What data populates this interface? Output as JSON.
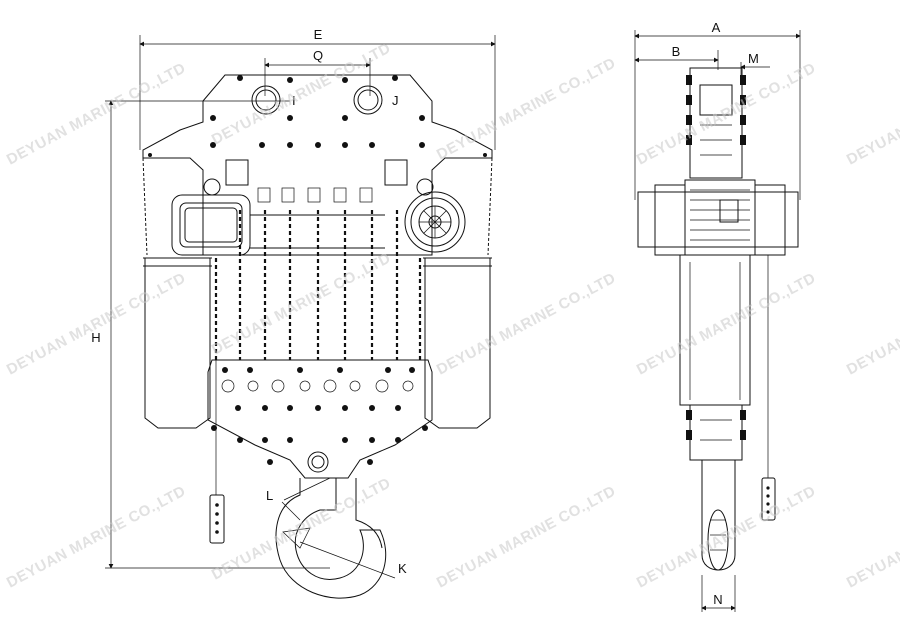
{
  "dimension_labels": {
    "E": "E",
    "Q": "Q",
    "I": "I",
    "J": "J",
    "H": "H",
    "K": "K",
    "L": "L",
    "A": "A",
    "B": "B",
    "M": "M",
    "N": "N"
  },
  "watermark": "DEYUAN MARINE CO.,LTD"
}
